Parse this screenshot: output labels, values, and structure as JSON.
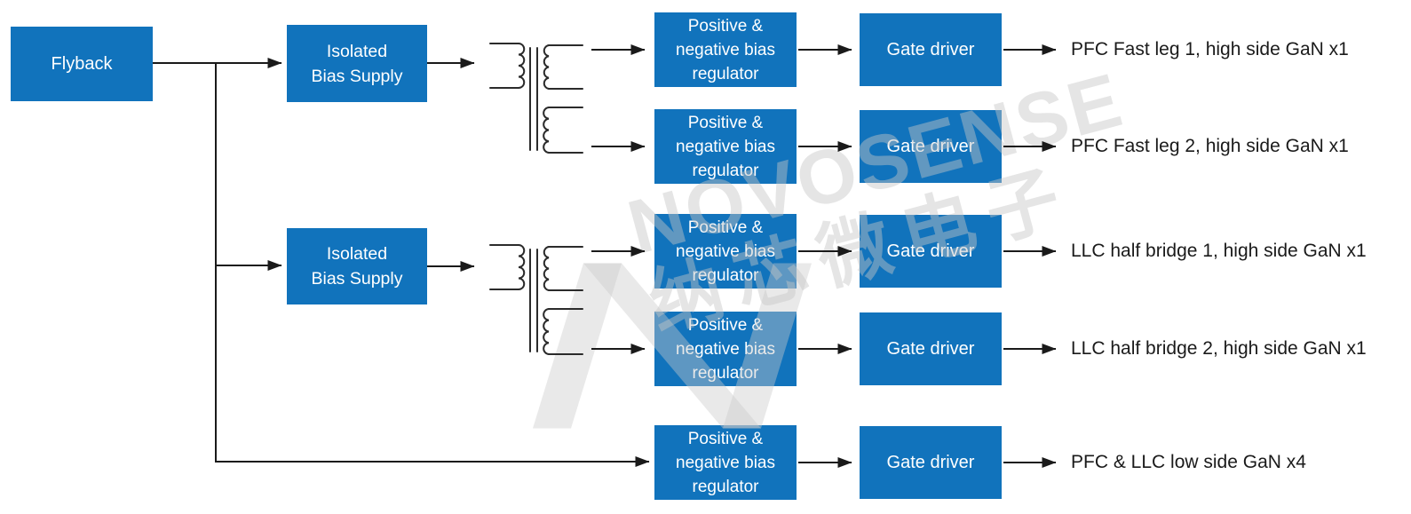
{
  "diagram": {
    "flyback_label": "Flyback",
    "isolated_bias_supply_label": "Isolated\nBias Supply",
    "regulator_label": "Positive &\nnegative bias\nregulator",
    "gate_driver_label": "Gate driver",
    "rows": [
      {
        "output_label": "PFC Fast leg 1, high side GaN x1"
      },
      {
        "output_label": "PFC Fast leg 2, high side GaN x1"
      },
      {
        "output_label": "LLC half bridge 1, high side GaN x1"
      },
      {
        "output_label": "LLC half bridge 2, high side GaN x1"
      },
      {
        "output_label": "PFC & LLC low side GaN x4"
      }
    ],
    "watermark": {
      "brand": "NOVOSENSE",
      "brand_cn": "纳芯微电子",
      "logo_letter": "N"
    },
    "colors": {
      "box_blue": "#1173BC",
      "box_text": "#FFFFFF",
      "line": "#1A1A1A",
      "label_text": "#1A1A1A",
      "watermark_gray": "#E9E9E9"
    }
  }
}
